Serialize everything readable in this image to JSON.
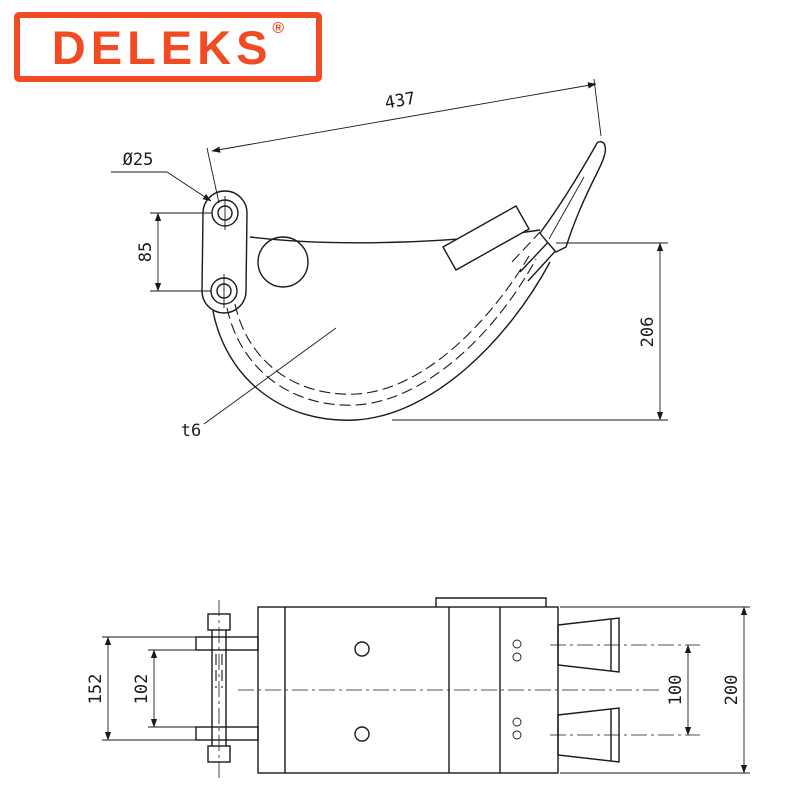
{
  "page": {
    "background_color": "#ffffff",
    "line_color": "#1a1a1a"
  },
  "logo": {
    "brand": "DELEKS",
    "registered": "®",
    "accent_color": "#f04b22"
  },
  "side_view": {
    "dim_overall_length": "437",
    "dim_hole_diameter": "Ø25",
    "dim_hole_spacing": "85",
    "dim_depth": "206",
    "label_plate_thickness": "t6"
  },
  "rear_view": {
    "dim_bracket_outer_width": "152",
    "dim_bracket_inner_width": "102",
    "dim_tooth_spacing": "100",
    "dim_body_width": "200"
  }
}
